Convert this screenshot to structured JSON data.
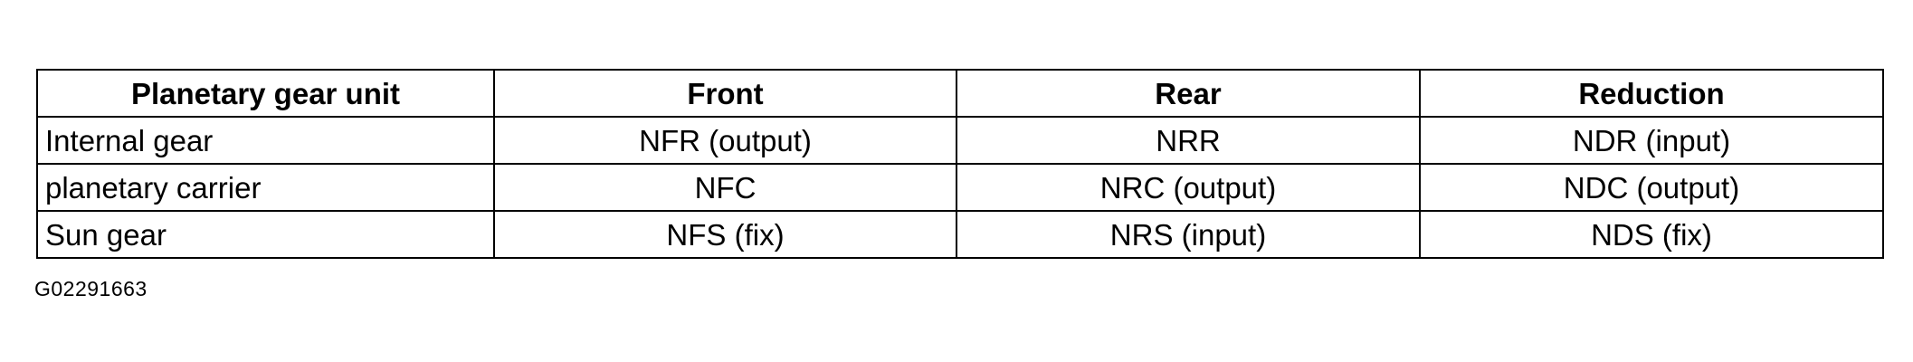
{
  "table": {
    "headers": [
      "Planetary gear unit",
      "Front",
      "Rear",
      "Reduction"
    ],
    "rows": [
      [
        "Internal gear",
        "NFR (output)",
        "NRR",
        "NDR (input)"
      ],
      [
        "planetary carrier",
        "NFC",
        "NRC (output)",
        "NDC (output)"
      ],
      [
        "Sun gear",
        "NFS (fix)",
        "NRS (input)",
        "NDS (fix)"
      ]
    ]
  },
  "figure_code": "G02291663"
}
